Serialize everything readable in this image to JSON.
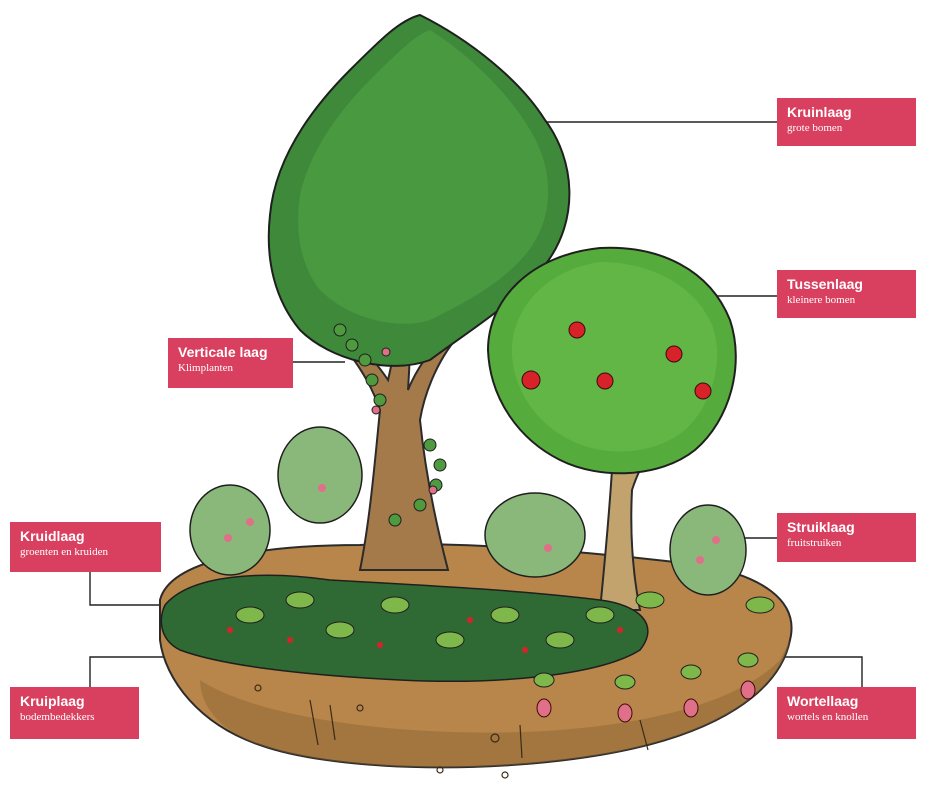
{
  "layers": [
    {
      "id": "kruinlaag",
      "title": "Kruinlaag",
      "subtitle": "grote bomen"
    },
    {
      "id": "tussenlaag",
      "title": "Tussenlaag",
      "subtitle": "kleinere bomen"
    },
    {
      "id": "verticale",
      "title": "Verticale laag",
      "subtitle": "Klimplanten"
    },
    {
      "id": "struiklaag",
      "title": "Struiklaag",
      "subtitle": "fruitstruiken"
    },
    {
      "id": "kruidlaag",
      "title": "Kruidlaag",
      "subtitle": "groenten en kruiden"
    },
    {
      "id": "kruiplaag",
      "title": "Kruiplaag",
      "subtitle": "bodembedekkers"
    },
    {
      "id": "wortellaag",
      "title": "Wortellaag",
      "subtitle": "wortels en knollen"
    }
  ],
  "colors": {
    "label_bg": "#d9405f",
    "label_text": "#ffffff",
    "soil": "#b8864a",
    "soil_dark": "#8a6433",
    "canopy_dark": "#3e8a3a",
    "canopy_light": "#56ab3d",
    "trunk": "#a47a4b",
    "apple": "#d8222a",
    "shrub": "#8ab87a",
    "flower": "#e0708a"
  }
}
